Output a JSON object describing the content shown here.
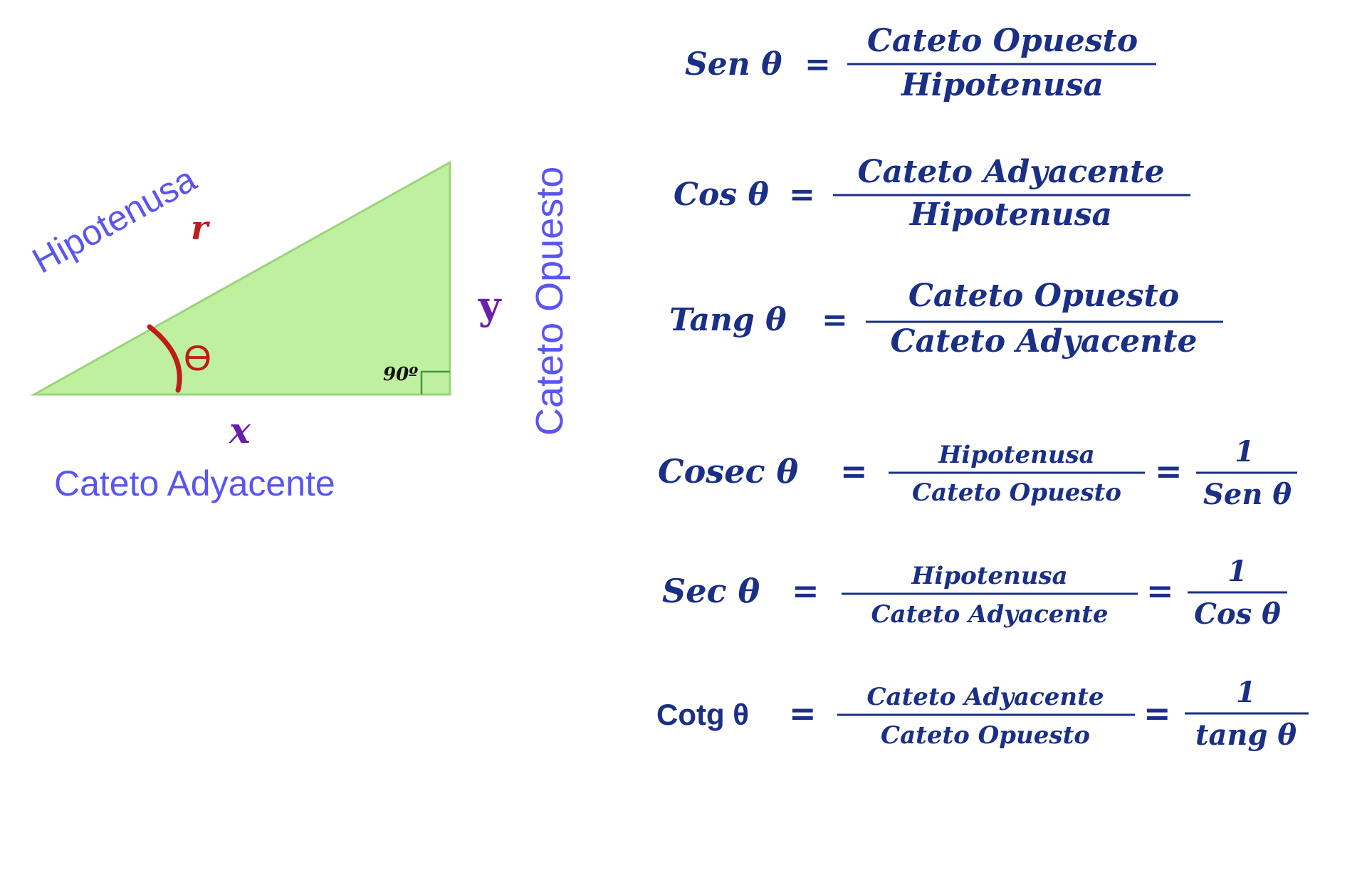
{
  "triangle": {
    "hypotenuse_label": "Hipotenusa",
    "hypotenuse_var": "r",
    "angle_symbol": "ϴ",
    "right_angle_label": "90º",
    "opposite_var": "y",
    "opposite_label": "Cateto Opuesto",
    "adjacent_var": "x",
    "adjacent_label": "Cateto Adyacente",
    "colors": {
      "fill": "#bff0a0",
      "outline": "#9ad47a",
      "label_blue": "#5a55f0",
      "var_purple": "#6a1fa8",
      "var_red": "#c01b1b",
      "angle_arc": "#c01b1b",
      "right_angle_mark": "#3f9a3f"
    }
  },
  "formulas": {
    "color": "#1a2f86",
    "equals": "=",
    "sen": {
      "lhs": "Sen θ",
      "numerator": "Cateto Opuesto",
      "denominator": "Hipotenusa"
    },
    "cos": {
      "lhs": "Cos θ",
      "numerator": "Cateto Adyacente",
      "denominator": "Hipotenusa"
    },
    "tang": {
      "lhs": "Tang θ",
      "numerator": "Cateto Opuesto",
      "denominator": "Cateto Adyacente"
    },
    "cosec": {
      "lhs": "Cosec θ",
      "numerator": "Hipotenusa",
      "denominator": "Cateto Opuesto",
      "rec_numerator": "1",
      "rec_denominator": "Sen θ"
    },
    "sec": {
      "lhs": "Sec θ",
      "numerator": "Hipotenusa",
      "denominator": "Cateto Adyacente",
      "rec_numerator": "1",
      "rec_denominator": "Cos θ"
    },
    "cotg": {
      "lhs": "Cotg θ",
      "numerator": "Cateto Adyacente",
      "denominator": "Cateto Opuesto",
      "rec_numerator": "1",
      "rec_denominator": "tang θ"
    }
  }
}
